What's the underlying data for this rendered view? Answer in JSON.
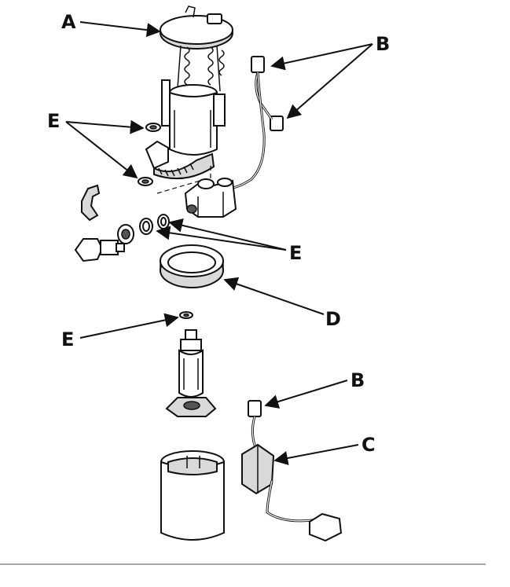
{
  "labels": {
    "A": "A",
    "B": "B",
    "C": "C",
    "D": "D",
    "E": "E"
  }
}
